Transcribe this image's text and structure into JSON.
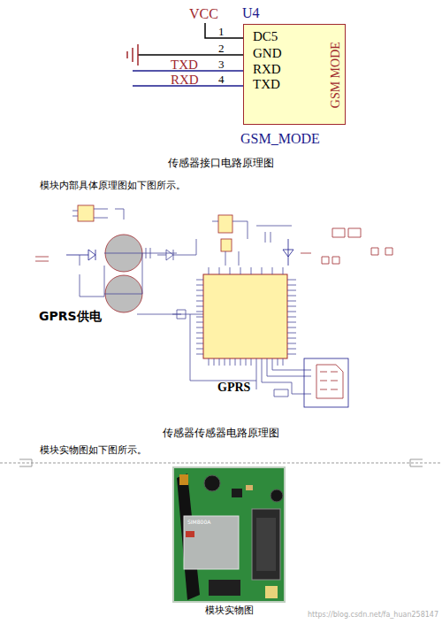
{
  "diagram": {
    "nodes": [
      {
        "text": [
          "U4",
          "DC5",
          "GND",
          "RXD",
          "TXD",
          "GSM MODE",
          "GSM_MODE"
        ]
      }
    ],
    "labels": [
      "VCC",
      "1",
      "2",
      "3",
      "4",
      "TXD",
      "RXD",
      "传感器接口电路原理图",
      "模块内部具体原理图如下图所示。",
      "GPRS供电",
      "GPRS",
      "传感器传感器电路原理图",
      "模块实物图如下图所示。",
      "SIM800A",
      "模块实物图",
      "https://blog.csdn.net/fa_huan258147"
    ]
  }
}
